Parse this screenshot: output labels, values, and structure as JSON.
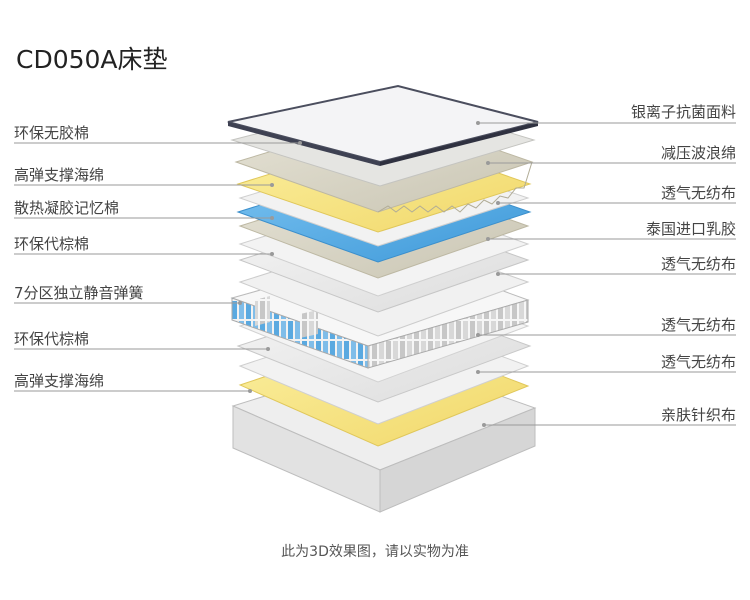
{
  "title": "CD050A床垫",
  "left_labels": [
    "环保无胶棉",
    "高弹支撑海绵",
    "散热凝胶记忆棉",
    "环保代棕棉",
    "7分区独立静音弹簧",
    "环保代棕棉",
    "高弹支撑海绵"
  ],
  "right_labels": [
    "银离子抗菌面料",
    "减压波浪绵",
    "透气无纺布",
    "泰国进口乳胶",
    "透气无纺布",
    "透气无纺布",
    "透气无纺布",
    "亲肤针织布"
  ],
  "caption": "此为3D效果图，请以实物为准",
  "colors": {
    "foam_yellow": "#f7e48a",
    "gel_blue": "#5aaee6",
    "latex_beige": "#d9d6c8",
    "nonwoven": "#ececec",
    "leader_line": "#9a9a9a"
  }
}
